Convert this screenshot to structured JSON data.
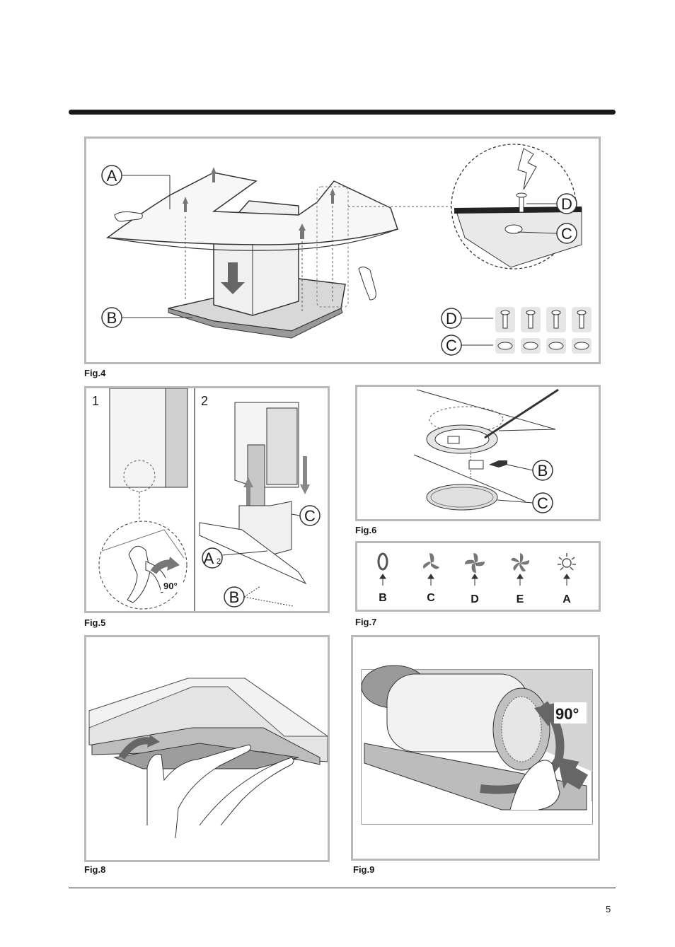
{
  "figures": {
    "fig4": {
      "caption": "Fig.4",
      "labels": {
        "a": "A",
        "b": "B",
        "c": "C",
        "d": "D"
      }
    },
    "fig5": {
      "caption": "Fig.5",
      "panel1_number": "1",
      "panel2_number": "2",
      "rotation": "90°",
      "labels": {
        "a2": "A",
        "a2_sub": "2",
        "b": "B",
        "c": "C"
      }
    },
    "fig6": {
      "caption": "Fig.6",
      "labels": {
        "b": "B",
        "c": "C"
      }
    },
    "fig7": {
      "caption": "Fig.7",
      "icons": [
        {
          "label": "B",
          "icon": "light-off-icon"
        },
        {
          "label": "C",
          "icon": "fan-speed-1-icon"
        },
        {
          "label": "D",
          "icon": "fan-speed-2-icon"
        },
        {
          "label": "E",
          "icon": "fan-speed-3-icon"
        },
        {
          "label": "A",
          "icon": "light-on-icon"
        }
      ]
    },
    "fig8": {
      "caption": "Fig.8"
    },
    "fig9": {
      "caption": "Fig.9",
      "rotation": "90°"
    }
  },
  "page_number": "5"
}
